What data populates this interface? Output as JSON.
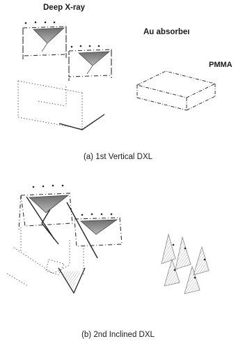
{
  "labels": {
    "deep_xray": "Deep X-ray",
    "au_absorber": "Au absorbeı",
    "pmma": "PMMA",
    "caption_a": "(a) 1st Vertical DXL",
    "caption_b": "(b) 2nd Inclined DXL"
  },
  "colors": {
    "ink": "#1a1a1a",
    "absorber": "#8a8a8a",
    "dotted": "#666666"
  }
}
